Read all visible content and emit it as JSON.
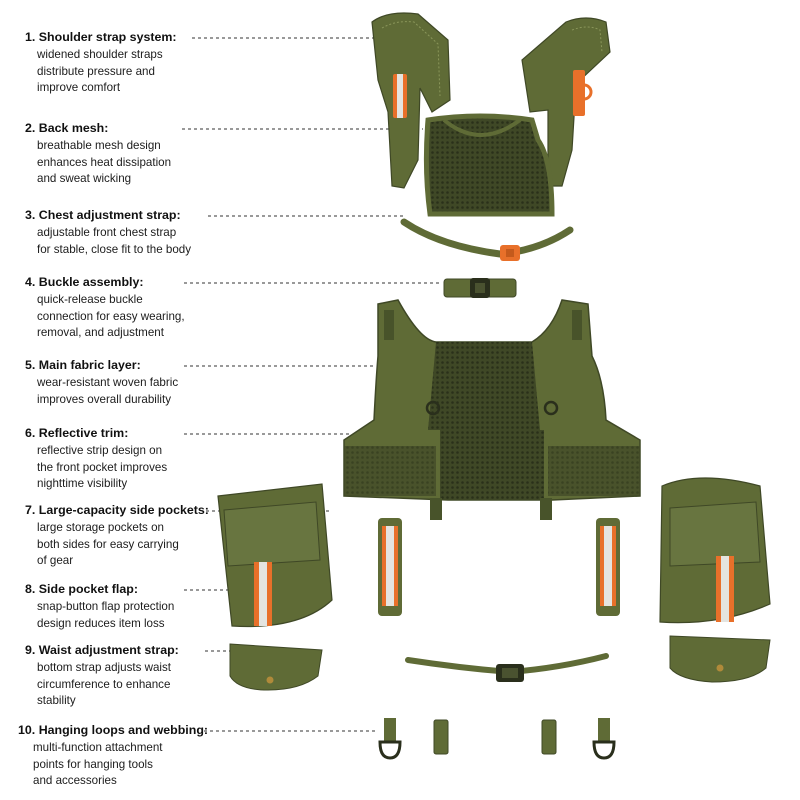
{
  "callouts": [
    {
      "num": "1.",
      "title": "Shoulder strap system:",
      "lines": [
        "widened shoulder straps",
        "distribute pressure and",
        "improve comfort"
      ]
    },
    {
      "num": "2.",
      "title": "Back mesh:",
      "lines": [
        "breathable mesh design",
        "enhances heat dissipation",
        "and sweat wicking"
      ]
    },
    {
      "num": "3.",
      "title": "Chest adjustment strap:",
      "lines": [
        "adjustable front chest strap",
        "for stable, close fit to the body"
      ]
    },
    {
      "num": "4.",
      "title": "Buckle assembly:",
      "lines": [
        "quick-release buckle",
        "connection for easy wearing,",
        "removal, and adjustment"
      ]
    },
    {
      "num": "5.",
      "title": "Main fabric layer:",
      "lines": [
        "wear-resistant woven fabric",
        "improves overall durability"
      ]
    },
    {
      "num": "6.",
      "title": "Reflective trim:",
      "lines": [
        "reflective strip design on",
        "the front pocket improves",
        "nighttime visibility"
      ]
    },
    {
      "num": "7.",
      "title": "Large-capacity side pockets:",
      "lines": [
        "large storage pockets on",
        "both sides for easy carrying",
        "of gear"
      ]
    },
    {
      "num": "8.",
      "title": "Side pocket flap:",
      "lines": [
        "snap-button flap protection",
        "design reduces item loss"
      ]
    },
    {
      "num": "9.",
      "title": "Waist adjustment strap:",
      "lines": [
        "bottom strap adjusts waist",
        "circumference to enhance",
        "stability"
      ]
    },
    {
      "num": "10.",
      "title": "Hanging loops and webbing:",
      "lines": [
        "multi-function attachment",
        "points for hanging tools",
        "and accessories"
      ]
    }
  ],
  "colors": {
    "olive": "#5f6b36",
    "olive_dark": "#48532a",
    "olive_light": "#74823f",
    "reflective_orange": "#e8702a",
    "reflective_silver": "#e4e4e0",
    "leader_line": "#333333"
  }
}
